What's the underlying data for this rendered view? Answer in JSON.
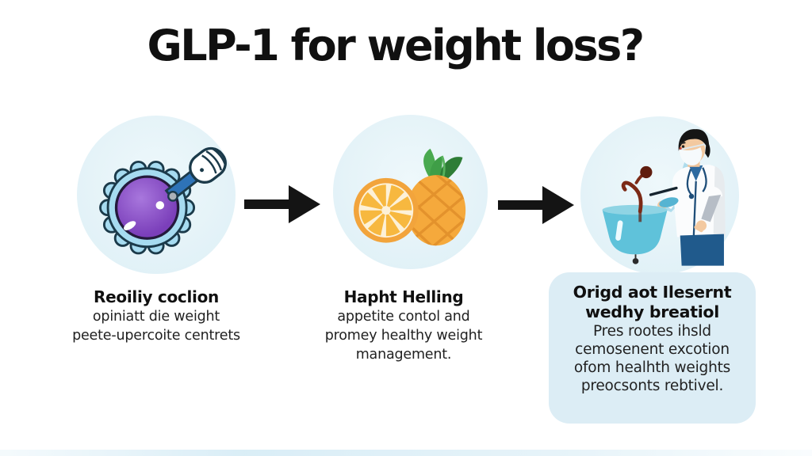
{
  "title": "GLP-1 for weight loss?",
  "steps": [
    {
      "icon": "cell-injection-icon",
      "heading": "Reoiliy coclion",
      "lines": [
        "opiniatt die weight",
        "peete-upercoite centrets"
      ]
    },
    {
      "icon": "fruits-icon",
      "heading": "Hapht Helling",
      "lines": [
        "appetite contol and",
        "promey healthy weight",
        "management."
      ]
    },
    {
      "icon": "doctor-icon",
      "heading_line1": "Origd aot Ilesernt",
      "heading_line2": "wedhy breatiol",
      "lines": [
        "Pres rootes ihsld",
        "cemosenent excotion",
        "ofom healhth weights",
        "preocsonts rebtivel."
      ]
    }
  ],
  "colors": {
    "background": "#ffffff",
    "title_text": "#101010",
    "body_text": "#212121",
    "circle_bg": "#e5f3f8",
    "callout_bg": "#dcedf5",
    "arrow_black": "#141414",
    "cell_purple": "#8a4fc8",
    "gear_blue": "#a6dbf0",
    "tool_blue": "#2e73b8",
    "fruit_orange": "#f2a43c",
    "leaf_green": "#3f9e47",
    "bowl_blue": "#5fc2da",
    "coat_white": "#fbfcfd",
    "navy_blue": "#205a8c",
    "sprout_maroon": "#7c2a16"
  }
}
